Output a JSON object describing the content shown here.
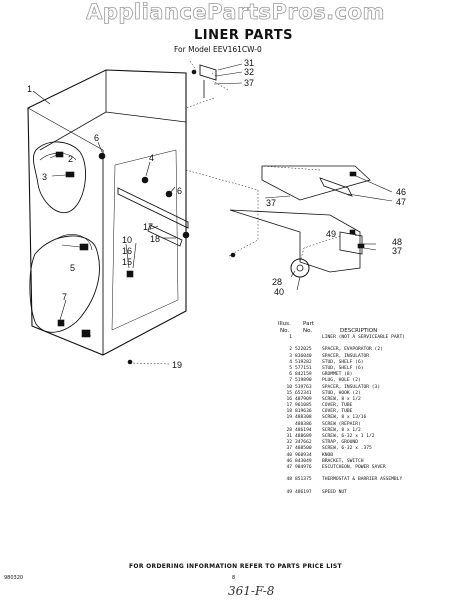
{
  "watermark": "AppliancePartsPros.com",
  "title": "LINER PARTS",
  "subtitle": "For Model EEV161CW-0",
  "callouts": {
    "c1": "1",
    "c2": "2",
    "c3": "3",
    "c4": "4",
    "c5": "5",
    "c6a": "6",
    "c6b": "6",
    "c7": "7",
    "c10": "10",
    "c15": "15",
    "c16": "16",
    "c17": "17",
    "c18": "18",
    "c19": "19",
    "c28": "28",
    "c31": "31",
    "c32": "32",
    "c37a": "37",
    "c37b": "37",
    "c37c": "37",
    "c40": "40",
    "c46": "46",
    "c47": "47",
    "c48": "48",
    "c49": "49"
  },
  "parts_header": {
    "illus_line1": "Illus.",
    "illus_line2": "No.",
    "part_line1": "Part",
    "part_line2": "No.",
    "description": "DESCRIPTION"
  },
  "parts": [
    {
      "illus": "1",
      "part": "",
      "desc": "LINER (NOT A SERVICEABLE PART)"
    },
    {
      "illus": "2",
      "part": "522025",
      "desc": "SPACER, EVAPORATOR (2)"
    },
    {
      "illus": "3",
      "part": "836040",
      "desc": "SPACER, INSULATOR"
    },
    {
      "illus": "4",
      "part": "519282",
      "desc": "STUD, SHELF (6)"
    },
    {
      "illus": "5",
      "part": "577151",
      "desc": "STUD, SHELF (6)"
    },
    {
      "illus": "6",
      "part": "842159",
      "desc": "GROMMET (8)"
    },
    {
      "illus": "7",
      "part": "519890",
      "desc": "PLUG, HOLE (2)"
    },
    {
      "illus": "10",
      "part": "539763",
      "desc": "SPACER, INSULATOR (3)"
    },
    {
      "illus": "15",
      "part": "652341",
      "desc": "STUD, HOOK (2)"
    },
    {
      "illus": "16",
      "part": "487909",
      "desc": "SCREW, 8 x 1/2"
    },
    {
      "illus": "17",
      "part": "961085",
      "desc": "COVER, TUBE"
    },
    {
      "illus": "18",
      "part": "819636",
      "desc": "COVER, TUBE"
    },
    {
      "illus": "19",
      "part": "488308",
      "desc": "SCREW, 8 x 13/16"
    },
    {
      "illus": "",
      "part": "488386",
      "desc": "SCREW (REPAIR)"
    },
    {
      "illus": "28",
      "part": "486194",
      "desc": "SCREW, 8 x 1/2"
    },
    {
      "illus": "31",
      "part": "488689",
      "desc": "SCREW, 6-32 x 1 1/2"
    },
    {
      "illus": "32",
      "part": "347662",
      "desc": "STRAP, GROUND"
    },
    {
      "illus": "37",
      "part": "488500",
      "desc": "SCREW, 6-32 x .375"
    },
    {
      "illus": "40",
      "part": "960934",
      "desc": "KNOB"
    },
    {
      "illus": "46",
      "part": "843049",
      "desc": "BRACKET, SWITCH"
    },
    {
      "illus": "47",
      "part": "984976",
      "desc": "ESCUTCHEON, POWER SAVER"
    },
    {
      "illus": "48",
      "part": "851375",
      "desc": "THERMOSTAT & BARRIER ASSEMBLY"
    },
    {
      "illus": "49",
      "part": "486197",
      "desc": "SPEED NUT"
    }
  ],
  "footer": "FOR ORDERING INFORMATION REFER TO PARTS PRICE LIST",
  "code": "980320",
  "page_number": "8",
  "handwritten_note": "361-F-8"
}
